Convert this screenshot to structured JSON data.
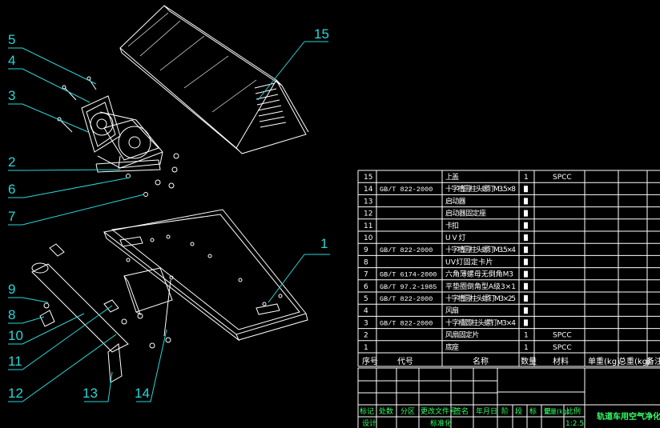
{
  "colors": {
    "background": "#000000",
    "drawing": "#ffffff",
    "callout": "#2ad6d6",
    "title_block_text": "#33ff66"
  },
  "callouts": [
    "15",
    "5",
    "4",
    "3",
    "2",
    "6",
    "7",
    "1",
    "9",
    "8",
    "10",
    "11",
    "12",
    "13",
    "14"
  ],
  "bom": {
    "rows": [
      {
        "no": "15",
        "code": "",
        "name": "上盖",
        "qty": "1",
        "material": "SPCC"
      },
      {
        "no": "14",
        "code": "GB/T 822-2000",
        "name": "十字槽圆柱头螺钉M3.5×8",
        "qty": "",
        "material": ""
      },
      {
        "no": "13",
        "code": "",
        "name": "启动器",
        "qty": "",
        "material": ""
      },
      {
        "no": "12",
        "code": "",
        "name": "启动器固定座",
        "qty": "",
        "material": ""
      },
      {
        "no": "11",
        "code": "",
        "name": "卡扣",
        "qty": "",
        "material": ""
      },
      {
        "no": "10",
        "code": "",
        "name": "UV灯",
        "qty": "",
        "material": ""
      },
      {
        "no": "9",
        "code": "GB/T 822-2000",
        "name": "十字槽圆柱头螺钉M3.5×4",
        "qty": "",
        "material": ""
      },
      {
        "no": "8",
        "code": "",
        "name": "UV灯固定卡片",
        "qty": "",
        "material": ""
      },
      {
        "no": "7",
        "code": "GB/T 6174-2000",
        "name": "六角薄螺母无倒角M3",
        "qty": "",
        "material": ""
      },
      {
        "no": "6",
        "code": "GB/T 97.2-1985",
        "name": "平垫圈倒角型A级3×1",
        "qty": "",
        "material": ""
      },
      {
        "no": "5",
        "code": "GB/T 822-2000",
        "name": "十字槽圆柱头螺钉M3×25",
        "qty": "",
        "material": ""
      },
      {
        "no": "4",
        "code": "",
        "name": "风扇",
        "qty": "",
        "material": ""
      },
      {
        "no": "3",
        "code": "GB/T 822-2000",
        "name": "十字槽圆柱头螺钉M3×4",
        "qty": "",
        "material": ""
      },
      {
        "no": "2",
        "code": "",
        "name": "风扇固定片",
        "qty": "1",
        "material": "SPCC"
      },
      {
        "no": "1",
        "code": "",
        "name": "底座",
        "qty": "1",
        "material": "SPCC"
      }
    ],
    "header": {
      "no": "序号",
      "code": "代号",
      "name": "名称",
      "qty": "数量",
      "material": "材料",
      "unit_mass": "单重(kg)",
      "total_mass": "总重(kg)",
      "remark": "备注"
    }
  },
  "title_block": {
    "row1": [
      "标记",
      "处数",
      "分区",
      "更改文件号",
      "签名",
      "年月日"
    ],
    "row2": [
      "设计",
      "",
      "",
      "标准化"
    ],
    "stage_labels": [
      "阶",
      "段",
      "标",
      "记"
    ],
    "mass": "重量(kg)",
    "scale_label": "比例",
    "scale": "1:2.5",
    "drawing_title": "轨道车用空气净化器"
  }
}
